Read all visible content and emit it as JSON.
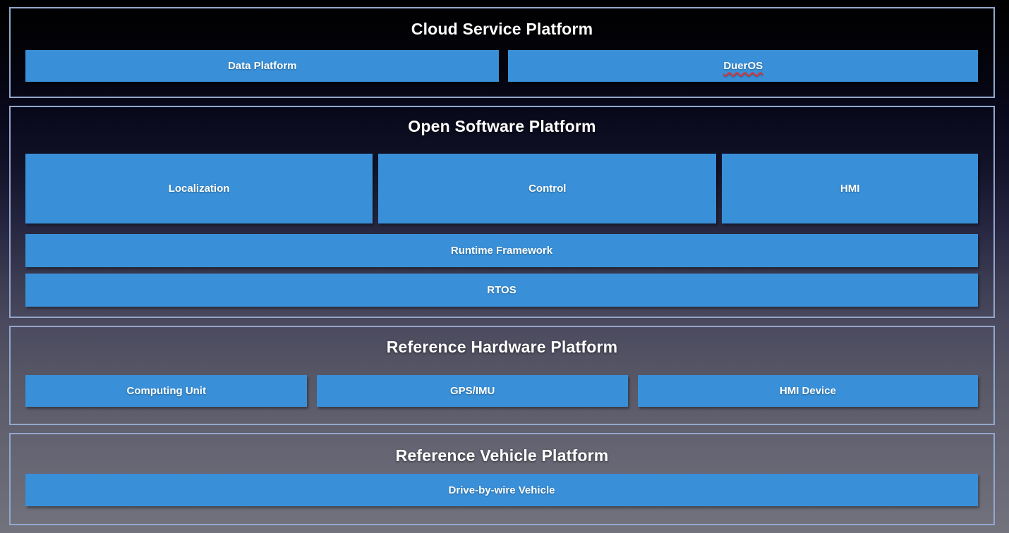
{
  "diagram": {
    "colors": {
      "box_blue": "#3990D8",
      "section_border": "#93A7CC",
      "label_text": "#FFFFFF",
      "underline_red": "#E03131"
    },
    "sections": [
      {
        "title": "Cloud Service Platform",
        "rows": [
          {
            "boxes": [
              {
                "label": "Data Platform"
              },
              {
                "label": "DuerOS",
                "spellcheck_underline": true
              }
            ]
          }
        ]
      },
      {
        "title": "Open Software Platform",
        "rows": [
          {
            "boxes": [
              {
                "label": "Localization"
              },
              {
                "label": "Control"
              },
              {
                "label": "HMI"
              }
            ]
          },
          {
            "boxes": [
              {
                "label": "Runtime Framework"
              }
            ]
          },
          {
            "boxes": [
              {
                "label": "RTOS"
              }
            ]
          }
        ]
      },
      {
        "title": "Reference Hardware Platform",
        "rows": [
          {
            "boxes": [
              {
                "label": "Computing Unit"
              },
              {
                "label": "GPS/IMU"
              },
              {
                "label": "HMI Device"
              }
            ]
          }
        ]
      },
      {
        "title": "Reference Vehicle Platform",
        "rows": [
          {
            "boxes": [
              {
                "label": "Drive-by-wire Vehicle"
              }
            ]
          }
        ]
      }
    ]
  }
}
